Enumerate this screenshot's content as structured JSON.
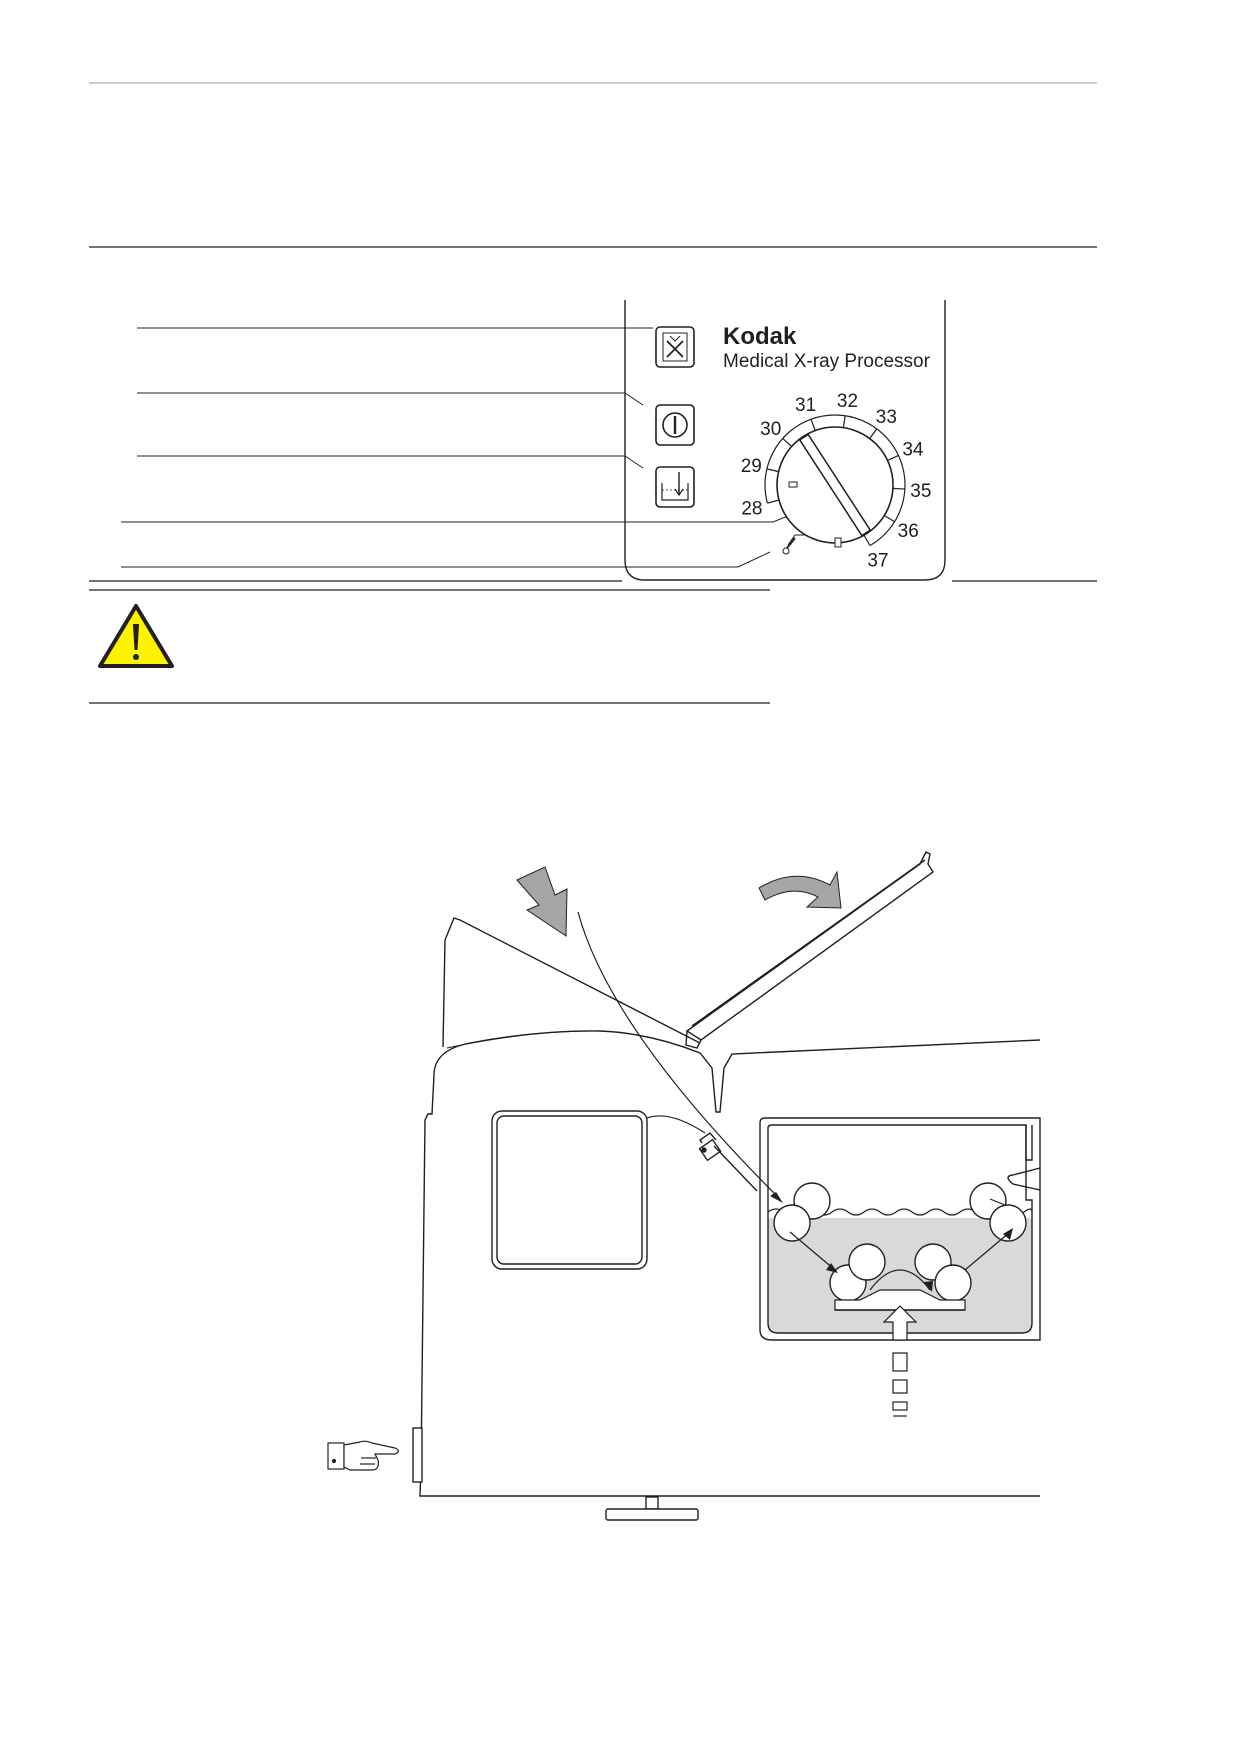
{
  "panel": {
    "brand": "Kodak",
    "product": "Medical X-ray Processor",
    "dial_ticks": [
      "28",
      "29",
      "30",
      "31",
      "32",
      "33",
      "34",
      "35",
      "36",
      "37"
    ]
  },
  "colors": {
    "line": "#231f20",
    "warning_fill": "#fff200",
    "tank_fill": "#d9d9d9",
    "arrow_gray": "#a6a6a6"
  },
  "icons": [
    "film-jam-icon",
    "power-icon",
    "replenish-icon",
    "temperature-dial",
    "thermometer-icon",
    "warning-triangle-icon",
    "pointing-hand-icon"
  ]
}
